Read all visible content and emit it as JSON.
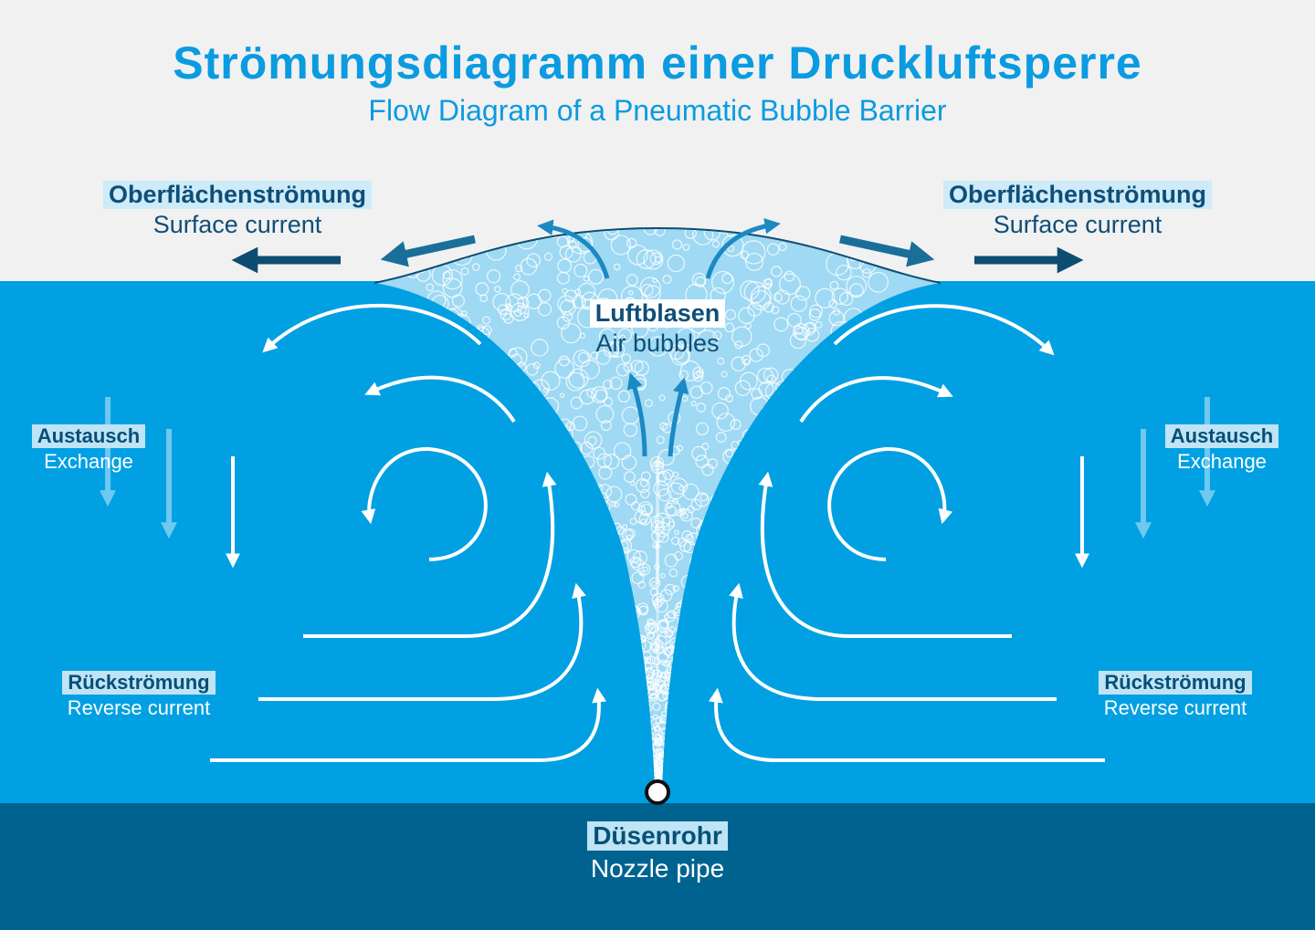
{
  "title": "Strömungsdiagramm einer Druckluftsperre",
  "subtitle": "Flow Diagram of a Pneumatic Bubble Barrier",
  "labels": {
    "surface_left": {
      "de": "Oberflächenströmung",
      "en": "Surface current"
    },
    "surface_right": {
      "de": "Oberflächenströmung",
      "en": "Surface current"
    },
    "bubbles": {
      "de": "Luftblasen",
      "en": "Air bubbles"
    },
    "exchange_left": {
      "de": "Austausch",
      "en": "Exchange"
    },
    "exchange_right": {
      "de": "Austausch",
      "en": "Exchange"
    },
    "reverse_left": {
      "de": "Rückströmung",
      "en": "Reverse current"
    },
    "reverse_right": {
      "de": "Rückströmung",
      "en": "Reverse current"
    },
    "nozzle": {
      "de": "Düsenrohr",
      "en": "Nozzle pipe"
    }
  },
  "colors": {
    "sky": "#f1f1f1",
    "water": "#00a0e3",
    "seabed": "#00638f",
    "bubble_plume": "#9fd9f3",
    "title": "#0b9be0",
    "surface_arrow": "#0d4d72",
    "surface_arrow_light": "#1a6e9a",
    "flow_arrow": "#ffffff",
    "exchange_arrow": "#6ec8ef"
  }
}
